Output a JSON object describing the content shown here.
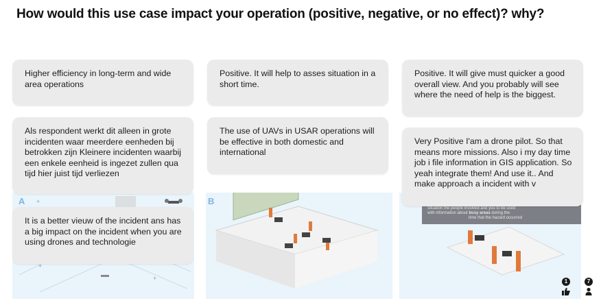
{
  "question": "How would this use case impact your operation (positive, negative, or no effect)? why?",
  "panels": {
    "a": {
      "letter": "A"
    },
    "b": {
      "letter": "B"
    }
  },
  "photo_caption": {
    "line1": "situation the people involved and you to be used",
    "line2_pre": "with information about ",
    "line2_bold": "busy areas",
    "line2_post": " during the",
    "line3": "time that the hazard occurred"
  },
  "responses": {
    "col1": [
      "Higher efficiency in long-term and wide area operations",
      "Als respondent werkt dit alleen in grote incidenten waar meerdere eenheden bij betrokken zijn Kleinere incidenten waarbij een enkele eenheid is ingezet zullen qua tijd hier juist tijd verliezen",
      "It is a better vieuw of the incident ans has a big impact on the incident when you are using drones and technologie"
    ],
    "col2": [
      "Positive. It will help to asses situation in a short time.",
      "The use of UAVs in USAR operations will be effective in both domestic and international"
    ],
    "col3": [
      "Positive. It will give must quicker a good overall view. And you probably will see where the need of help is the biggest.",
      "Very Positive I'am a drone pilot. So that means more missions. Also i my day time job i file information in GIS application. So yeah integrate them! And use it.. And make approach a incident with v"
    ]
  },
  "footer": {
    "likes_count": "1",
    "participants_count": "7"
  },
  "colors": {
    "card_bg": "#ebebeb",
    "panel_bg": "#e9f3fa",
    "accent_orange": "#e07a3c",
    "wall_green": "#c9d7bd"
  }
}
